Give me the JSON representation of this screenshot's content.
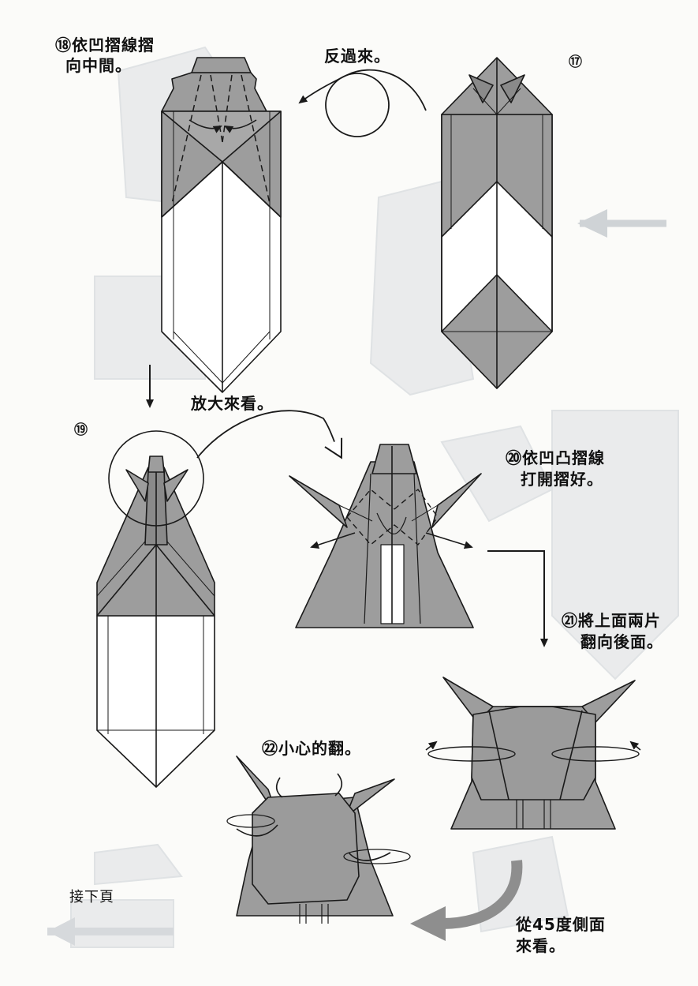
{
  "steps": {
    "s17": {
      "number": "⑰"
    },
    "s18": {
      "line1": "⑱依凹摺線摺",
      "line2": "向中間。"
    },
    "s19": {
      "number": "⑲"
    },
    "s20": {
      "line1": "⑳依凹凸摺線",
      "line2": "打開摺好。"
    },
    "s21": {
      "line1": "㉑將上面兩片",
      "line2": "翻向後面。"
    },
    "s22": {
      "line1": "㉒小心的翻。"
    }
  },
  "notes": {
    "flip": "反過來。",
    "zoom": "放大來看。",
    "view45_line1": "從45度側面",
    "view45_line2": "來看。",
    "next_page": "接下頁"
  },
  "colors": {
    "paper_gray": "#9d9d9d",
    "paper_dark": "#8a8a8a",
    "line": "#1a1a1a",
    "ghost": "#e2e4e6",
    "arrow_gray": "#8e8e8e"
  }
}
